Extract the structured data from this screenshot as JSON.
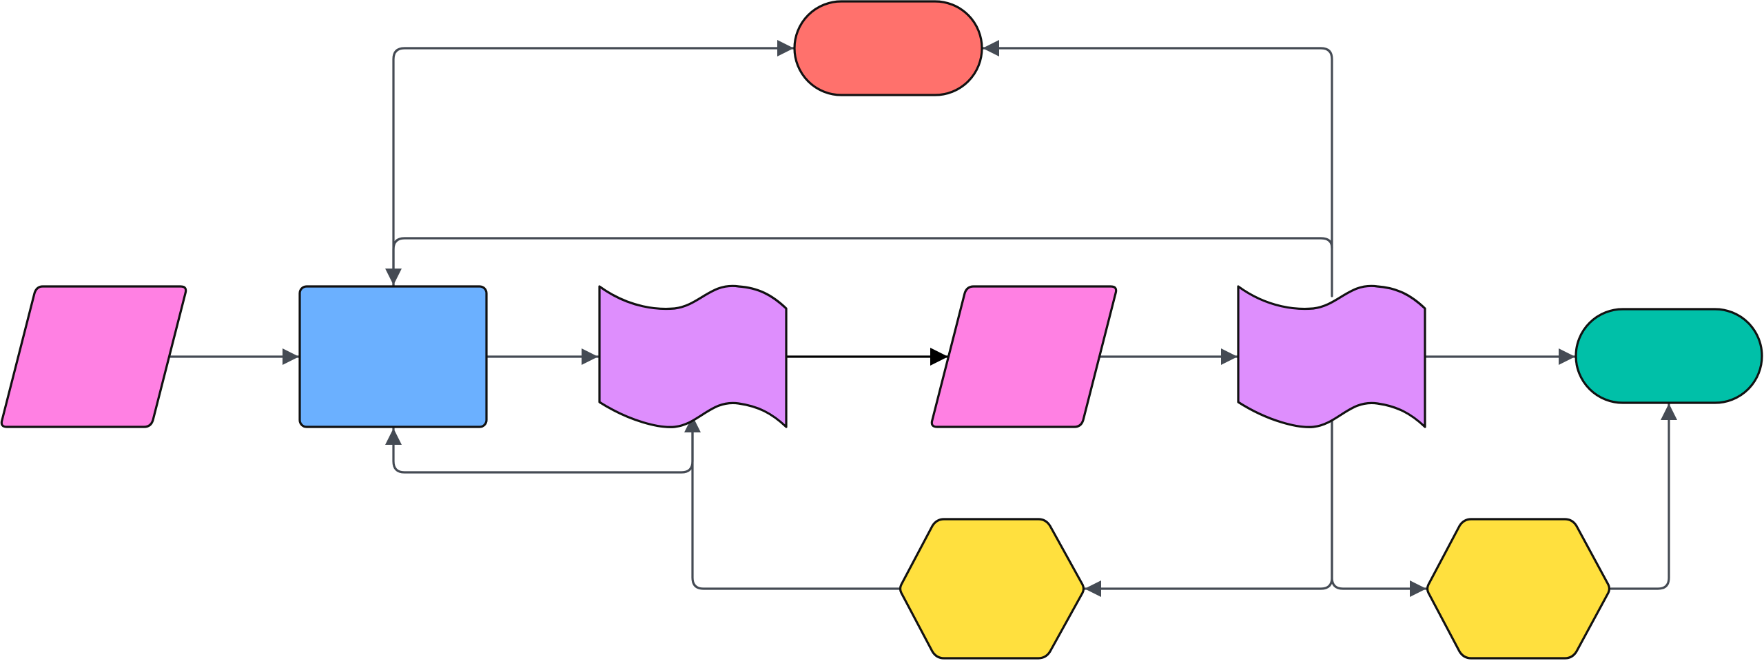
{
  "diagram": {
    "colors": {
      "canvas": "#ffffff",
      "edge": "#454b54",
      "edge_emphasis": "#000000",
      "outline": "#111111"
    },
    "nodes": [
      {
        "id": "input-left",
        "shape": "parallelogram",
        "fill": "#ff80e3",
        "label": ""
      },
      {
        "id": "process",
        "shape": "rounded-rectangle",
        "fill": "#6bb0ff",
        "label": ""
      },
      {
        "id": "tape-1",
        "shape": "tape",
        "fill": "#de8efd",
        "label": ""
      },
      {
        "id": "input-middle",
        "shape": "parallelogram",
        "fill": "#ff80e3",
        "label": ""
      },
      {
        "id": "tape-2",
        "shape": "tape",
        "fill": "#de8efd",
        "label": ""
      },
      {
        "id": "terminator-top",
        "shape": "terminator",
        "fill": "#ff716c",
        "label": ""
      },
      {
        "id": "terminator-right",
        "shape": "terminator",
        "fill": "#00c0a8",
        "label": ""
      },
      {
        "id": "preparation-middle",
        "shape": "hexagon",
        "fill": "#ffe03e",
        "label": ""
      },
      {
        "id": "preparation-right",
        "shape": "hexagon",
        "fill": "#ffe03e",
        "label": ""
      }
    ],
    "edges": [
      {
        "from": "input-left",
        "to": "process"
      },
      {
        "from": "process",
        "to": "tape-1"
      },
      {
        "from": "tape-1",
        "to": "input-middle",
        "emphasis": true
      },
      {
        "from": "input-middle",
        "to": "tape-2"
      },
      {
        "from": "tape-2",
        "to": "terminator-right"
      },
      {
        "from": "process",
        "to": "terminator-top"
      },
      {
        "from": "tape-2",
        "to": "terminator-top"
      },
      {
        "from": "tape-2",
        "to": "process"
      },
      {
        "from": "tape-1",
        "to": "process"
      },
      {
        "from": "tape-2",
        "to": "preparation-middle"
      },
      {
        "from": "preparation-middle",
        "to": "tape-1"
      },
      {
        "from": "tape-2",
        "to": "preparation-right"
      },
      {
        "from": "preparation-right",
        "to": "terminator-right"
      }
    ]
  }
}
